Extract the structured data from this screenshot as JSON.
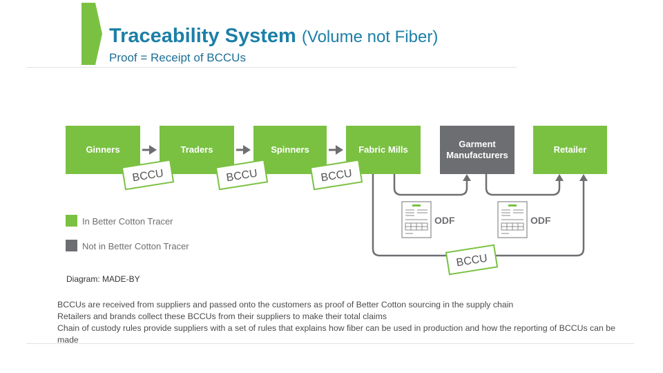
{
  "header": {
    "title": "Traceability System",
    "title_paren": "(Volume not Fiber)",
    "subtitle": "Proof = Receipt of BCCUs"
  },
  "colors": {
    "green": "#7ac142",
    "grey": "#6d6e71",
    "title_blue": "#1c7fa8"
  },
  "diagram": {
    "nodes": [
      {
        "label": "Ginners",
        "in_tracer": true
      },
      {
        "label": "Traders",
        "in_tracer": true
      },
      {
        "label": "Spinners",
        "in_tracer": true
      },
      {
        "label": "Fabric Mills",
        "in_tracer": true
      },
      {
        "label": "Garment Manufacturers",
        "in_tracer": false
      },
      {
        "label": "Retailer",
        "in_tracer": true
      }
    ],
    "bccu_label": "BCCU",
    "odf_label": "ODF"
  },
  "legend": {
    "in_tracer": "In Better Cotton Tracer",
    "not_in_tracer": "Not in Better Cotton Tracer"
  },
  "credit": "Diagram: MADE-BY",
  "body_lines": [
    "BCCUs are received from suppliers and passed onto the customers as proof of Better Cotton sourcing in the supply chain",
    "Retailers and brands collect these BCCUs from their suppliers to make their total claims",
    "Chain of custody rules provide suppliers with a set of rules that explains how fiber can be used in production and how the reporting of BCCUs can be made"
  ]
}
